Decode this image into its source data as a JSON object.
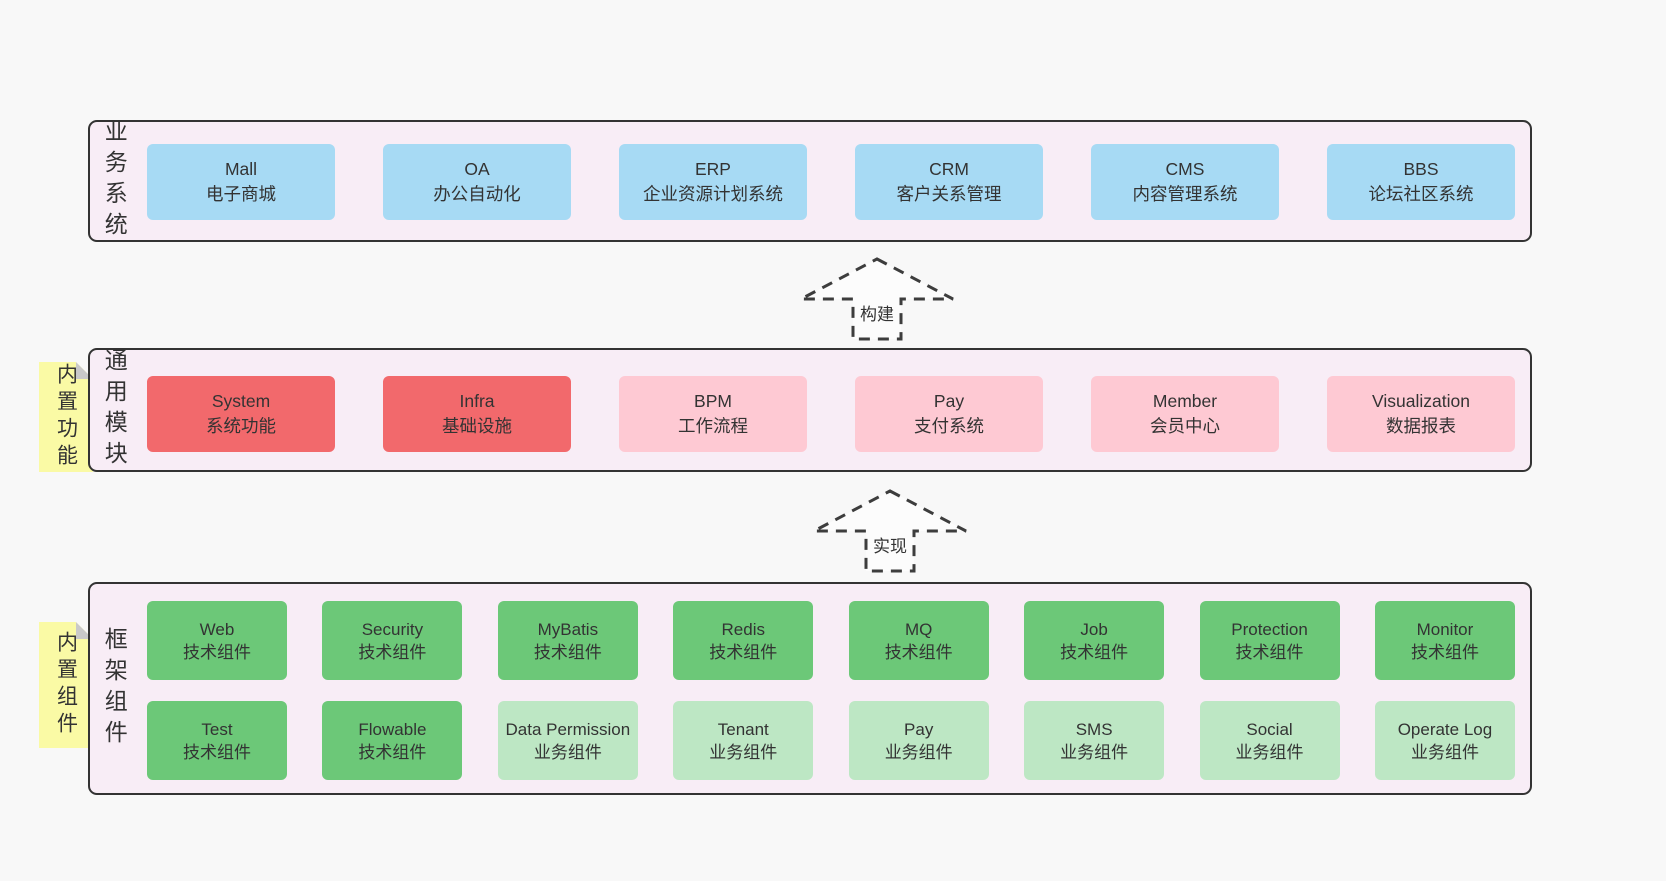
{
  "arrows": {
    "build_label": "构建",
    "implement_label": "实现"
  },
  "band1": {
    "label": "业务系统",
    "boxes": [
      {
        "title": "Mall",
        "subtitle": "电子商城"
      },
      {
        "title": "OA",
        "subtitle": "办公自动化"
      },
      {
        "title": "ERP",
        "subtitle": "企业资源计划系统"
      },
      {
        "title": "CRM",
        "subtitle": "客户关系管理"
      },
      {
        "title": "CMS",
        "subtitle": "内容管理系统"
      },
      {
        "title": "BBS",
        "subtitle": "论坛社区系统"
      }
    ]
  },
  "band2": {
    "label": "通用模块",
    "sticky": "内置功能",
    "boxes": [
      {
        "title": "System",
        "subtitle": "系统功能",
        "variant": "red"
      },
      {
        "title": "Infra",
        "subtitle": "基础设施",
        "variant": "red"
      },
      {
        "title": "BPM",
        "subtitle": "工作流程",
        "variant": "pink"
      },
      {
        "title": "Pay",
        "subtitle": "支付系统",
        "variant": "pink"
      },
      {
        "title": "Member",
        "subtitle": "会员中心",
        "variant": "pink"
      },
      {
        "title": "Visualization",
        "subtitle": "数据报表",
        "variant": "pink"
      }
    ]
  },
  "band3": {
    "label": "框架组件",
    "sticky": "内置组件",
    "row1": [
      {
        "title": "Web",
        "subtitle": "技术组件",
        "variant": "green"
      },
      {
        "title": "Security",
        "subtitle": "技术组件",
        "variant": "green"
      },
      {
        "title": "MyBatis",
        "subtitle": "技术组件",
        "variant": "green"
      },
      {
        "title": "Redis",
        "subtitle": "技术组件",
        "variant": "green"
      },
      {
        "title": "MQ",
        "subtitle": "技术组件",
        "variant": "green"
      },
      {
        "title": "Job",
        "subtitle": "技术组件",
        "variant": "green"
      },
      {
        "title": "Protection",
        "subtitle": "技术组件",
        "variant": "green"
      },
      {
        "title": "Monitor",
        "subtitle": "技术组件",
        "variant": "green"
      }
    ],
    "row2": [
      {
        "title": "Test",
        "subtitle": "技术组件",
        "variant": "green"
      },
      {
        "title": "Flowable",
        "subtitle": "技术组件",
        "variant": "green"
      },
      {
        "title": "Data Permission",
        "subtitle": "业务组件",
        "variant": "lightgreen"
      },
      {
        "title": "Tenant",
        "subtitle": "业务组件",
        "variant": "lightgreen"
      },
      {
        "title": "Pay",
        "subtitle": "业务组件",
        "variant": "lightgreen"
      },
      {
        "title": "SMS",
        "subtitle": "业务组件",
        "variant": "lightgreen"
      },
      {
        "title": "Social",
        "subtitle": "业务组件",
        "variant": "lightgreen"
      },
      {
        "title": "Operate Log",
        "subtitle": "业务组件",
        "variant": "lightgreen"
      }
    ]
  },
  "colors": {
    "page_bg": "#f8f8f8",
    "band_bg": "#f8edf6",
    "band_border": "#333333",
    "blue": "#a7daf4",
    "red": "#f2696c",
    "pink": "#fec9d3",
    "green": "#6cc878",
    "light_green": "#bde7c4",
    "sticky_yellow": "#fafaa5",
    "fold_gray": "#c9c9c9",
    "text": "#333333",
    "arrow_stroke": "#3d3d3d"
  }
}
